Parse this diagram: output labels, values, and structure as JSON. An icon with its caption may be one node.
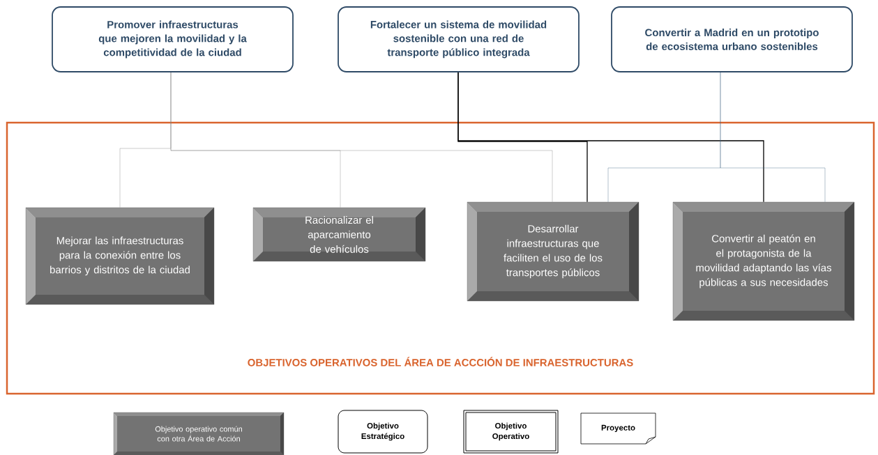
{
  "diagram": {
    "nodes": [
      {
        "text": [
          "Promover infraestructuras que mejoren la movilidad y la competitividad de la ciudad"
        ]
      },
      {
        "text": [
          "Fortalecer un sistema de movilidad sostenible con una red de transporte público integrada"
        ]
      },
      {
        "text": [
          "Convertir a Madrid en un prototipo de ecosistema urbano sostenibles"
        ]
      },
      {
        "text": [
          "OBJETIVOS OPERATIVOS DEL ÁREA DE ACCCIÓN DE INFRAESTRUCTURAS"
        ]
      },
      {
        "text": [
          "Mejorar las infraestructuras para la conexión entre los barrios y distritos de la ciudad"
        ],
        "in": 3
      },
      {
        "text": [
          "Racionalizar el aparcamiento de vehículos"
        ],
        "in": 3
      },
      {
        "text": [
          "Desarrollar infraestructuras que faciliten el uso de los transportes públicos"
        ],
        "in": 3
      },
      {
        "text": [
          "Convertir al peatón en el protagonista de la movilidad adaptando las vías públicas a sus necesidades"
        ],
        "in": 3
      }
    ],
    "edges": [
      {
        "from": 0,
        "to": 4,
        "arrow": "none",
        "color": "#808080"
      },
      {
        "from": 0,
        "to": 5,
        "arrow": "none",
        "color": "#808080"
      },
      {
        "from": 0,
        "to": 6,
        "arrow": "none",
        "color": "#808080"
      },
      {
        "from": 1,
        "to": 6,
        "arrow": "none",
        "color": "#000000"
      },
      {
        "from": 1,
        "to": 7,
        "arrow": "none",
        "color": "#000000"
      },
      {
        "from": 2,
        "to": 6,
        "arrow": "none",
        "color": "#3c6382"
      },
      {
        "from": 2,
        "to": 7,
        "arrow": "none",
        "color": "#3c6382"
      }
    ],
    "legend": [
      {
        "text": "Objetivo operativo común con otra Área de Acción"
      },
      {
        "text": "Objetivo Estratégico"
      },
      {
        "text": "Objetivo Operativo"
      },
      {
        "text": "Proyecto"
      }
    ]
  }
}
